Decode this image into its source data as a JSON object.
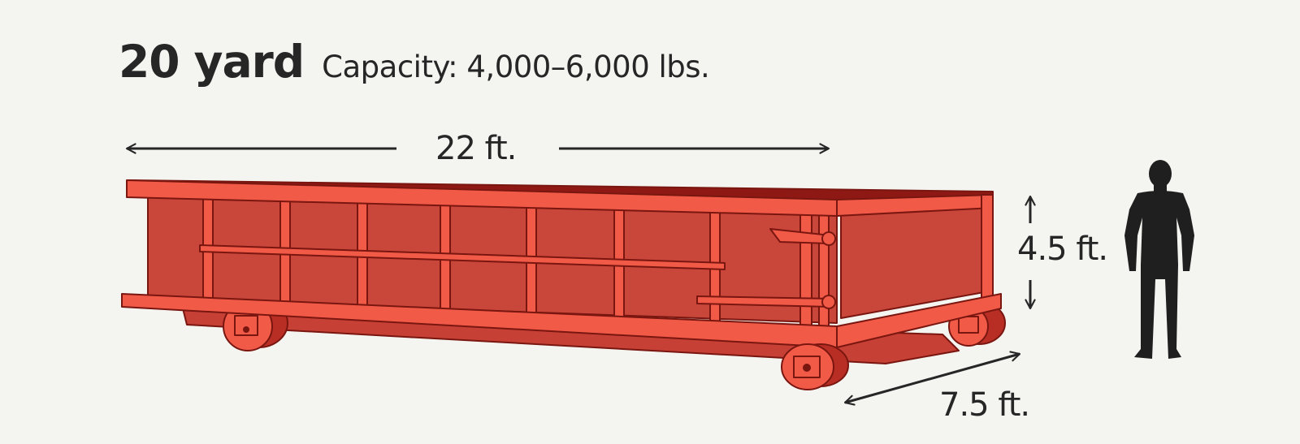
{
  "title": {
    "size": "20 yard",
    "capacity": "Capacity: 4,000–6,000 lbs."
  },
  "dimensions": {
    "length": "22 ft.",
    "height": "4.5 ft.",
    "width": "7.5 ft."
  },
  "colors": {
    "background": "#f4f4f1",
    "dumpster_front": "#c9463b",
    "dumpster_rail": "#f25a48",
    "dumpster_dark": "#8e1914",
    "outline": "#7a1610",
    "text": "#262626",
    "person": "#1f1f1f"
  },
  "icons": [
    "dumpster-illustration",
    "person-silhouette",
    "arrow-icon"
  ]
}
